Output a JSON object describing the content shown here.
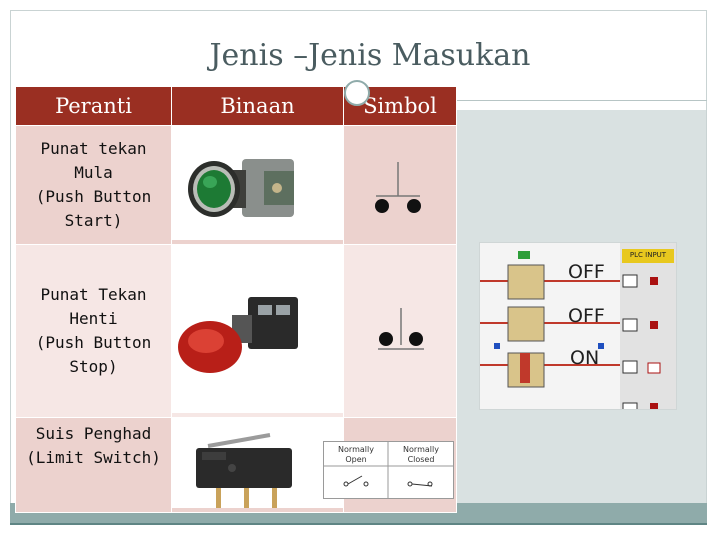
{
  "slide": {
    "title": "Jenis –Jenis Masukan"
  },
  "table": {
    "headers": [
      "Peranti",
      "Binaan",
      "Simbol"
    ],
    "rows": [
      {
        "peranti": [
          "Punat tekan",
          "Mula",
          "(Push Button",
          "Start)"
        ],
        "binaan": "green-push-button-photo",
        "simbol": "normally-open-push-button-symbol"
      },
      {
        "peranti": [
          "Punat Tekan",
          "Henti",
          "(Push Button",
          "Stop)"
        ],
        "binaan": "red-mushroom-push-button-photo",
        "simbol": "normally-closed-push-button-symbol"
      },
      {
        "peranti": [
          "Suis Penghad",
          "(Limit Switch)"
        ],
        "binaan": "limit-switch-photo",
        "simbol": "limit-switch-symbol"
      }
    ]
  },
  "limit_switch_symbols": {
    "no_label": [
      "Normally",
      "Open"
    ],
    "nc_label": [
      "Normally",
      "Closed"
    ]
  },
  "plc_panel": {
    "states": [
      "OFF",
      "OFF",
      "ON"
    ],
    "header": "PLC INPUT"
  },
  "colors": {
    "header_bg": "#9a2f22",
    "row_bg": "#ecd2ce",
    "accent": "#8fabaa"
  }
}
